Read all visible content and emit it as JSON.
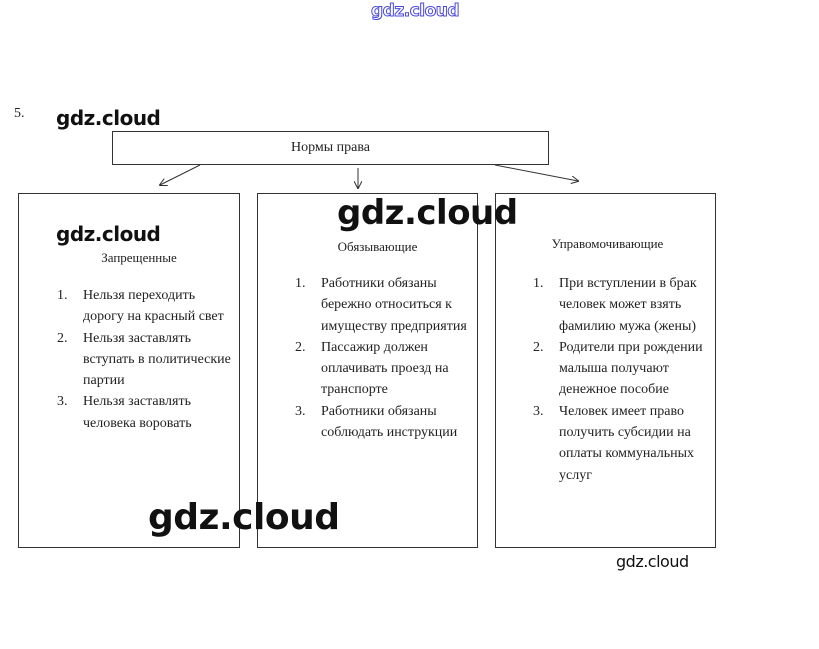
{
  "watermarks": [
    "gdz.cloud",
    "gdz.cloud",
    "gdz.cloud",
    "gdz.cloud",
    "gdz.cloud",
    "gdz.cloud"
  ],
  "task_number": "5.",
  "root": {
    "title": "Нормы права"
  },
  "columns": [
    {
      "title": "Запрещенные",
      "items": [
        "Нельзя переходить дорогу на красный свет",
        "Нельзя заставлять вступать в политические партии",
        "Нельзя заставлять человека воровать"
      ]
    },
    {
      "title": "Обязывающие",
      "items": [
        "Работники обязаны бережно относиться к имуществу предприятия",
        "Пассажир должен оплачивать проезд на транспорте",
        "Работники обязаны соблюдать инструкции"
      ]
    },
    {
      "title": "Управомочивающие",
      "items": [
        "При вступлении в брак человек может взять фамилию мужа (жены)",
        "Родители при рождении малыша получают денежное пособие",
        "Человек имеет право получить субсидии на оплаты коммунальных услуг"
      ]
    }
  ]
}
